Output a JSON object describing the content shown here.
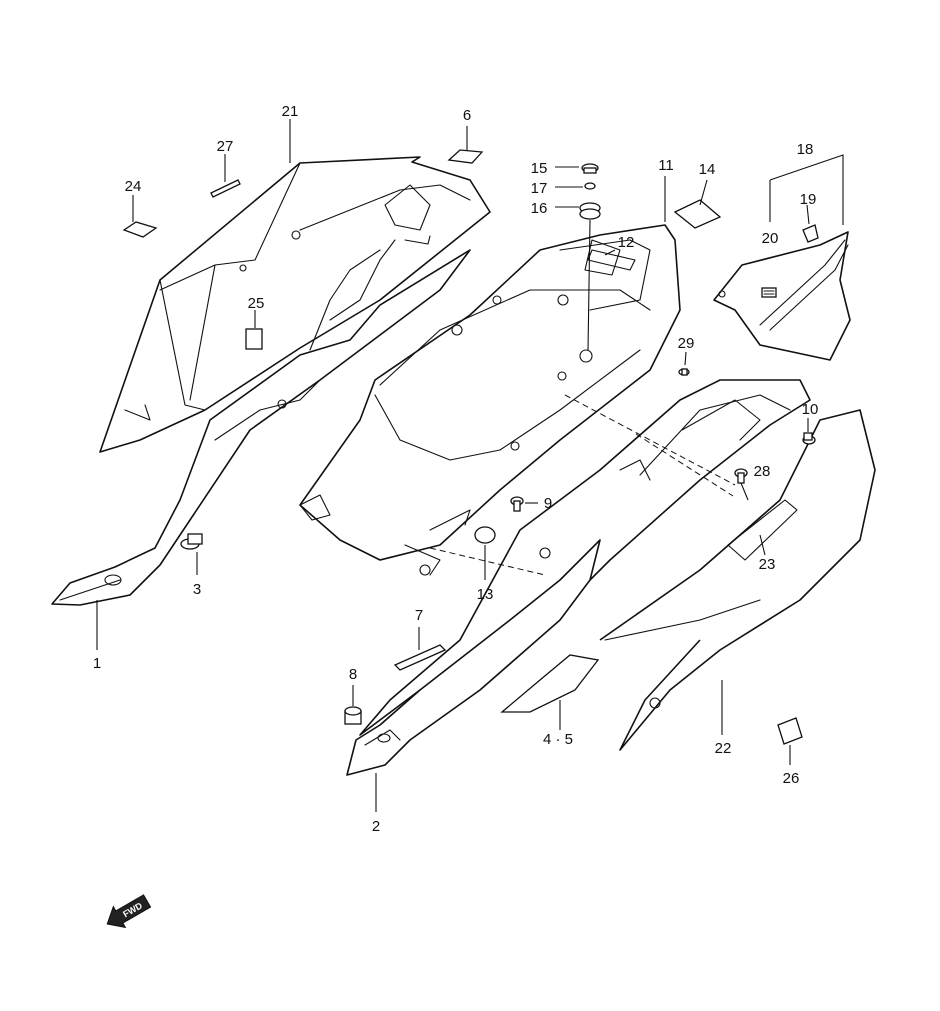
{
  "diagram": {
    "callouts": {
      "c1": "1",
      "c2": "2",
      "c3": "3",
      "c45": "4 · 5",
      "c6": "6",
      "c7": "7",
      "c8": "8",
      "c9": "9",
      "c10": "10",
      "c11": "11",
      "c12": "12",
      "c13": "13",
      "c14": "14",
      "c15": "15",
      "c16": "16",
      "c17": "17",
      "c18": "18",
      "c19": "19",
      "c20": "20",
      "c21": "21",
      "c22": "22",
      "c23": "23",
      "c24": "24",
      "c25": "25",
      "c26": "26",
      "c27": "27",
      "c28": "28",
      "c29": "29"
    },
    "fwd_label": "FWD"
  }
}
